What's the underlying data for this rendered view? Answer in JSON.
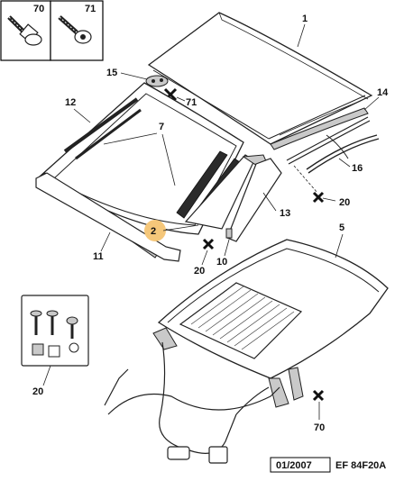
{
  "diagram": {
    "colors": {
      "line": "#222222",
      "highlight": "#f5c77a",
      "frame": "#000000"
    },
    "callouts": {
      "c70_top": "70",
      "c71_top": "71",
      "c1": "1",
      "c15": "15",
      "c71_mid": "71",
      "c14": "14",
      "c12": "12",
      "c7": "7",
      "c16": "16",
      "c20_right": "20",
      "c13": "13",
      "c2": "2",
      "c11": "11",
      "c10": "10",
      "c20_mid": "20",
      "c5": "5",
      "c20_kit": "20",
      "c70_bottom": "70"
    },
    "footer": {
      "date": "01/2007",
      "code": "EF 84F20A"
    },
    "icons": [
      "screw-icon",
      "bolt-icon",
      "clip-icon",
      "cross-marker-icon"
    ]
  }
}
